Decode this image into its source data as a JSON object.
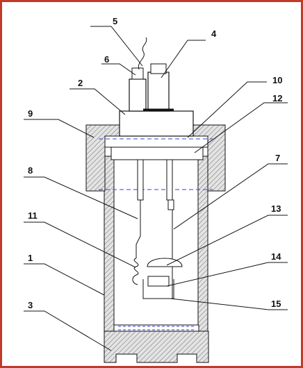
{
  "labels": [
    {
      "id": "1",
      "text": "1"
    },
    {
      "id": "2",
      "text": "2"
    },
    {
      "id": "3",
      "text": "3"
    },
    {
      "id": "4",
      "text": "4"
    },
    {
      "id": "5",
      "text": "5"
    },
    {
      "id": "6",
      "text": "6"
    },
    {
      "id": "7",
      "text": "7"
    },
    {
      "id": "8",
      "text": "8"
    },
    {
      "id": "9",
      "text": "9"
    },
    {
      "id": "10",
      "text": "10"
    },
    {
      "id": "11",
      "text": "11"
    },
    {
      "id": "12",
      "text": "12"
    },
    {
      "id": "13",
      "text": "13"
    },
    {
      "id": "14",
      "text": "14"
    },
    {
      "id": "15",
      "text": "15"
    }
  ],
  "colors": {
    "frame": "#c0392b",
    "line": "#111111",
    "dashed": "#3344cc",
    "hatch": "#888888"
  }
}
